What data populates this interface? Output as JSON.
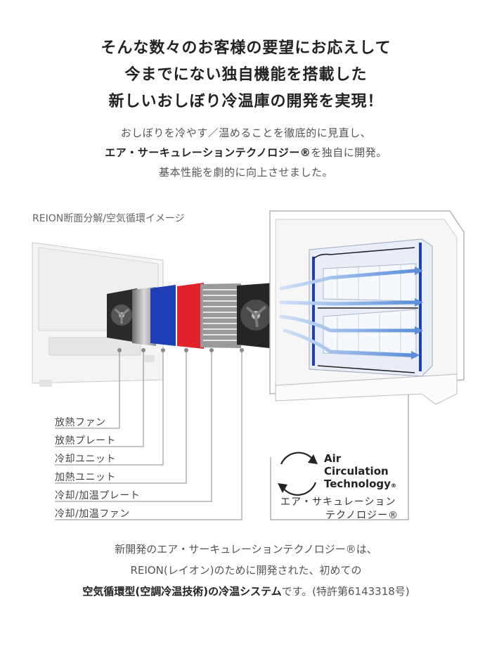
{
  "headline": {
    "line1": "そんな数々のお客様の要望にお応えして",
    "line2": "今までにない独自機能を搭載した",
    "line3": "新しいおしぼり冷温庫の開発を実現！"
  },
  "intro": {
    "line1": "おしぼりを冷やす／温めることを徹底的に見直し、",
    "line2_bold": "エア・サーキュレーションテクノロジー®",
    "line2_rest": "を独自に開発。",
    "line3": "基本性能を劇的に向上させました。"
  },
  "diagram_caption": "REION断面分解/空気循環イメージ",
  "parts": [
    {
      "label": "放熱ファン"
    },
    {
      "label": "放熱プレート"
    },
    {
      "label": "冷却ユニット"
    },
    {
      "label": "加熱ユニット"
    },
    {
      "label": "冷却/加温プレート"
    },
    {
      "label": "冷却/加温ファン"
    }
  ],
  "air_circulation": {
    "logo_line1": "Air",
    "logo_line2": "Circulation",
    "logo_line3": "Technology",
    "logo_mark": "®",
    "jp_line1": "エア・サキュレーション",
    "jp_line2": "テクノロジー®"
  },
  "footer": {
    "line1": "新開発のエア・サーキュレーションテクノロジー®は、",
    "line2": "REION(レイオン)のために開発された、初めての",
    "line3_bold": "空気循環型(空調冷温技術)の冷温システム",
    "line3_rest": "です。(特許第6143318号)"
  },
  "colors": {
    "cooling_blue": "#1f3fb5",
    "heating_red": "#e0232a",
    "airflow_blue": "#6a9de0"
  }
}
